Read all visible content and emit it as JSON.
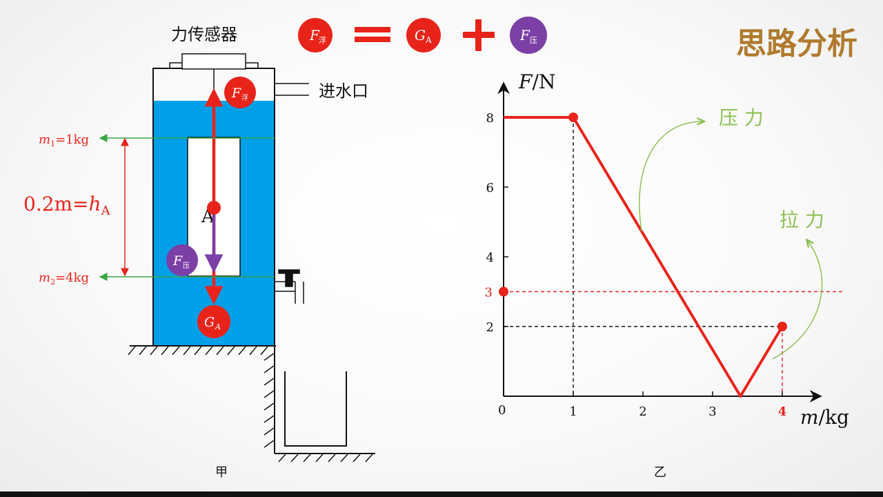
{
  "header": {
    "title": "思路分析",
    "title_color": "#b07a2e",
    "equation": {
      "lhs": {
        "main": "F",
        "sub": "浮"
      },
      "eq": "=",
      "t1": {
        "main": "G",
        "sub": "A"
      },
      "plus": "+",
      "t2": {
        "main": "F",
        "sub": "压"
      }
    }
  },
  "apparatus": {
    "sensor_label": "力传感器",
    "inlet_label": "进水口",
    "block_label": "A",
    "caption": "甲",
    "buoyancy": {
      "main": "F",
      "sub": "浮"
    },
    "weight": {
      "main": "G",
      "sub": "A"
    },
    "press": {
      "main": "F",
      "sub": "压"
    },
    "m1": {
      "sym": "m",
      "sub": "1",
      "val": "=1kg"
    },
    "m2": {
      "sym": "m",
      "sub": "2",
      "val": "=4kg"
    },
    "height": {
      "pre": "0.2m=",
      "sym": "h",
      "sub": "A"
    },
    "water_color": "#00a0e9",
    "red": "#e8241a",
    "purple": "#7b3fa6",
    "green": "#3aa646"
  },
  "graph": {
    "caption": "乙",
    "y_axis": {
      "sym": "F",
      "unit": "/N"
    },
    "x_axis": {
      "sym": "m",
      "unit": "/kg"
    },
    "origin_label": "0",
    "press_label": "压 力",
    "pull_label": "拉 力",
    "annotation_color": "#8cc152"
  },
  "chart_data": {
    "type": "line",
    "xlabel": "m/kg",
    "ylabel": "F/N",
    "xlim": [
      0,
      4.5
    ],
    "ylim": [
      0,
      8.6
    ],
    "x_ticks": [
      1,
      2,
      3,
      4
    ],
    "x_tick_labels": [
      "1",
      "2",
      "3",
      "4"
    ],
    "y_ticks": [
      2,
      4,
      6,
      8
    ],
    "y_tick_labels": [
      "2",
      "4",
      "6",
      "8"
    ],
    "series": [
      {
        "x": [
          0,
          1,
          3.4,
          4
        ],
        "y": [
          8,
          8,
          0,
          2
        ]
      }
    ],
    "highlight_points": [
      {
        "x": 1,
        "y": 8
      },
      {
        "x": 4,
        "y": 2
      },
      {
        "x": 0,
        "y": 3
      }
    ],
    "highlight_labels": [
      {
        "axis": "y",
        "value": 3,
        "text": "3"
      },
      {
        "axis": "x",
        "value": 4,
        "text": "4"
      }
    ],
    "reference_lines": [
      {
        "kind": "vertical",
        "x": 1,
        "y": 8,
        "color": "#111111"
      },
      {
        "kind": "horizontal",
        "x": 4,
        "y": 2,
        "color": "#111111"
      },
      {
        "kind": "vertical",
        "x": 4,
        "y": 2,
        "color": "#e8241a"
      },
      {
        "kind": "horizontal-full",
        "y": 3,
        "color": "#e8241a"
      }
    ],
    "grid": false
  }
}
